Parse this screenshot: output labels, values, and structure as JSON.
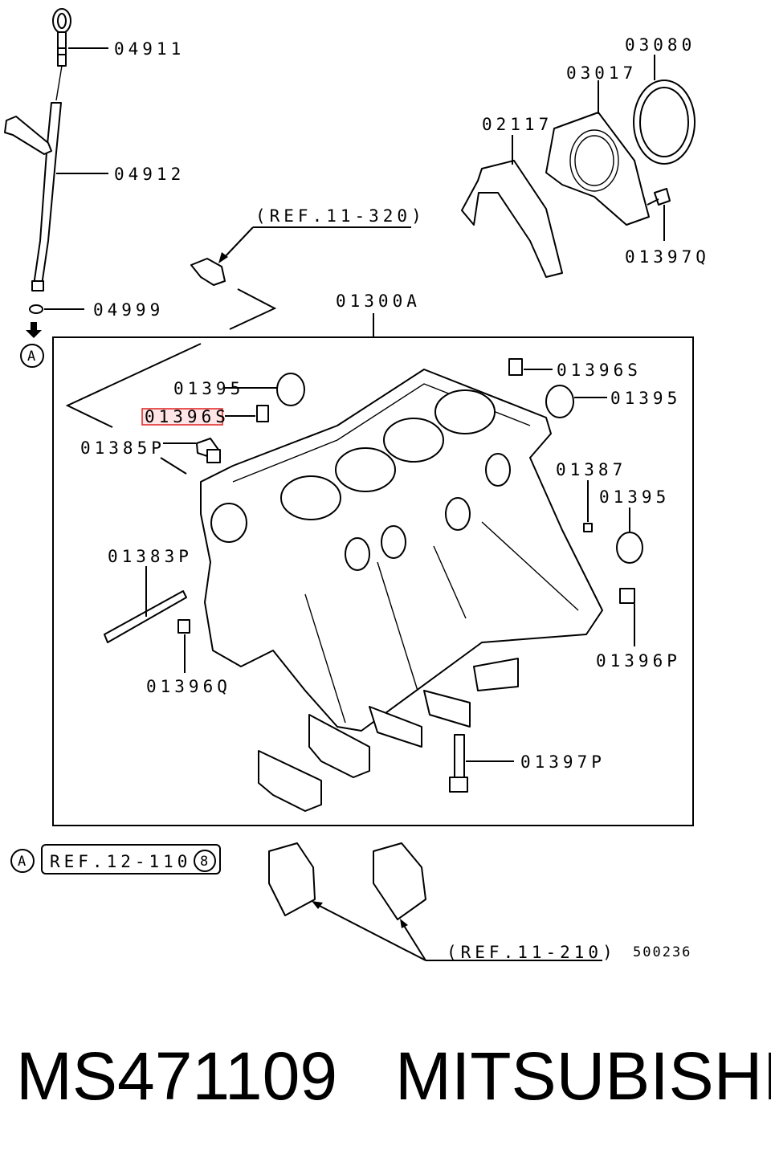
{
  "labels": {
    "l_04911": "04911",
    "l_04912": "04912",
    "l_04999": "04999",
    "l_03080": "03080",
    "l_03017": "03017",
    "l_02117": "02117",
    "l_01397Q": "01397Q",
    "l_ref_11_320": "(REF.11-320)",
    "l_01300A": "01300A",
    "l_01395_a": "01395",
    "l_01396S_a": "01396S",
    "l_01396S_b": "01396S",
    "l_01395_b": "01395",
    "l_01385P": "01385P",
    "l_01387": "01387",
    "l_01395_c": "01395",
    "l_01383P": "01383P",
    "l_01396P": "01396P",
    "l_01396Q": "01396Q",
    "l_01397P": "01397P",
    "l_ref_12_110": "REF.12-110",
    "l_ref_num_8": "8",
    "l_ref_11_210": "(REF.11-210)",
    "l_diagram_code": "500236",
    "l_circle_a_top": "A",
    "l_circle_a_bottom": "A"
  },
  "highlighted_label": "01396S",
  "highlight_color": "#e02020",
  "footer": {
    "part_number": "MS471109",
    "brand": "MITSUBISHI"
  }
}
